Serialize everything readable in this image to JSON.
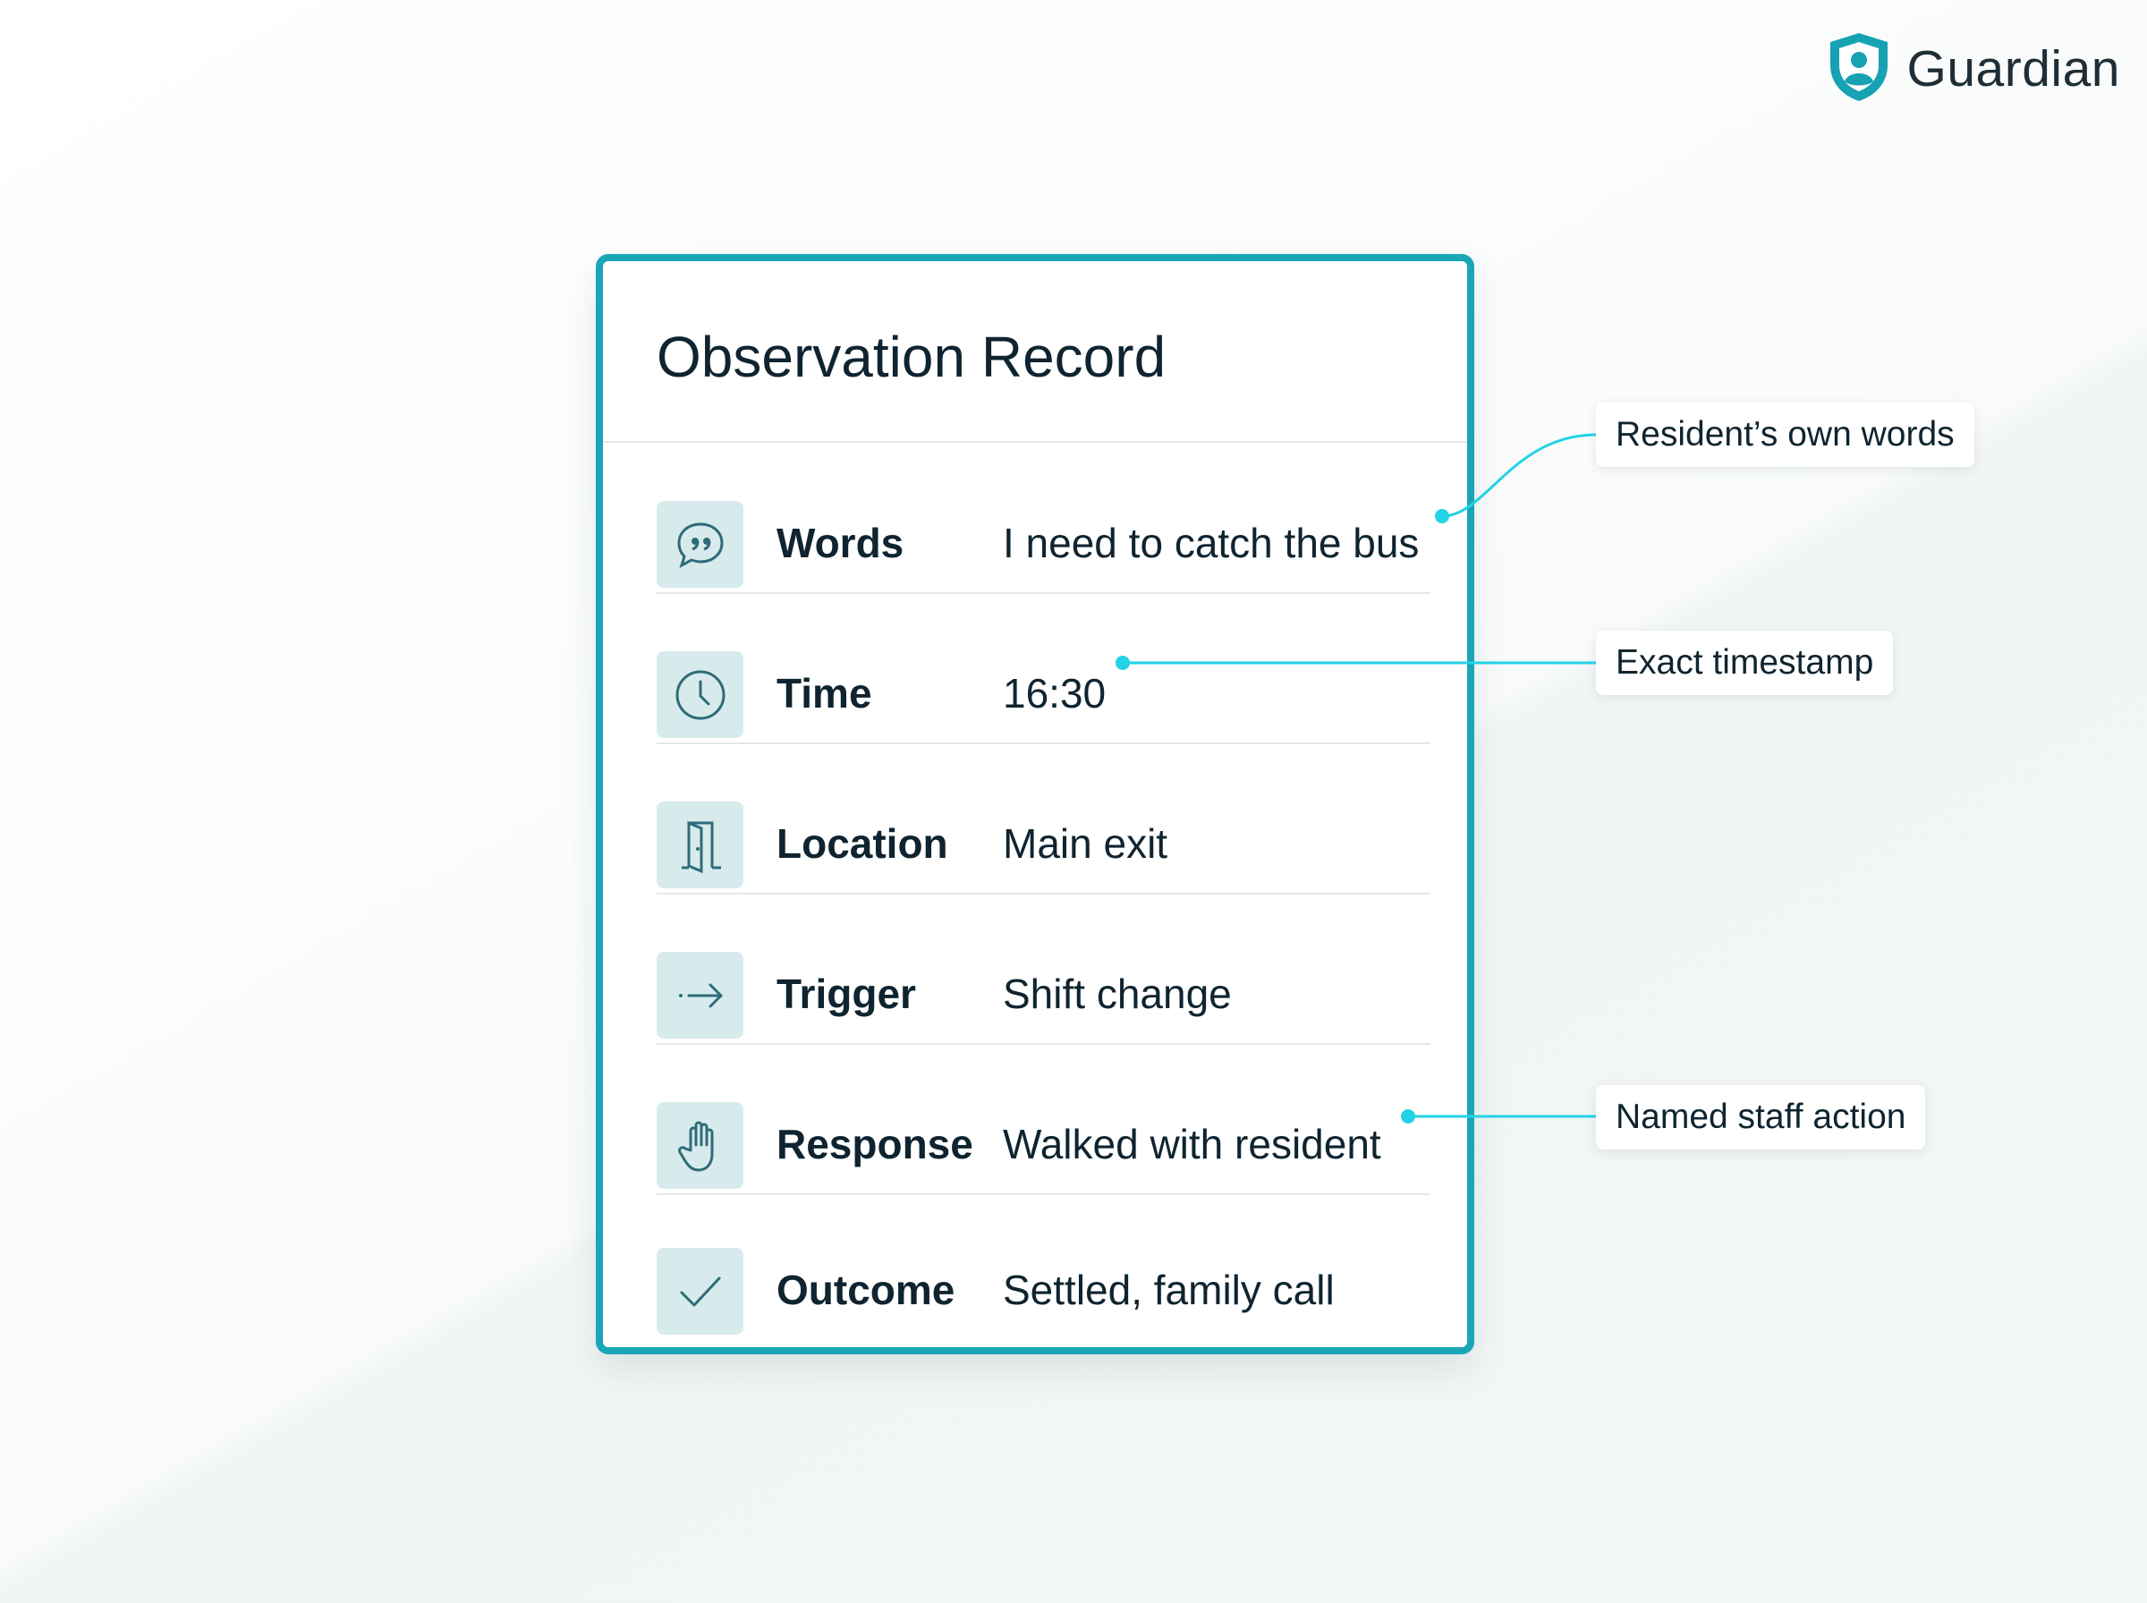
{
  "brand": {
    "name": "Guardian",
    "logo_icon": "shield-person-icon"
  },
  "card": {
    "title": "Observation Record",
    "rows": [
      {
        "icon": "speech-bubble-quote-icon",
        "label": "Words",
        "value": "I need to catch the bus"
      },
      {
        "icon": "clock-icon",
        "label": "Time",
        "value": "16:30"
      },
      {
        "icon": "door-icon",
        "label": "Location",
        "value": "Main exit"
      },
      {
        "icon": "arrow-right-icon",
        "label": "Trigger",
        "value": "Shift change"
      },
      {
        "icon": "raised-hand-icon",
        "label": "Response",
        "value": "Walked with resident"
      },
      {
        "icon": "checkmark-icon",
        "label": "Outcome",
        "value": "Settled, family call"
      }
    ]
  },
  "callouts": [
    {
      "text": "Resident’s own words",
      "target_row": "Words"
    },
    {
      "text": "Exact timestamp",
      "target_row": "Time"
    },
    {
      "text": "Named staff action",
      "target_row": "Response"
    }
  ],
  "colors": {
    "accent": "#1aa6b7",
    "connector": "#22d3e6",
    "icon_tile": "#d7ebec",
    "icon_stroke": "#2f6b78",
    "text": "#0f2430",
    "logo": "#16a2b3"
  }
}
